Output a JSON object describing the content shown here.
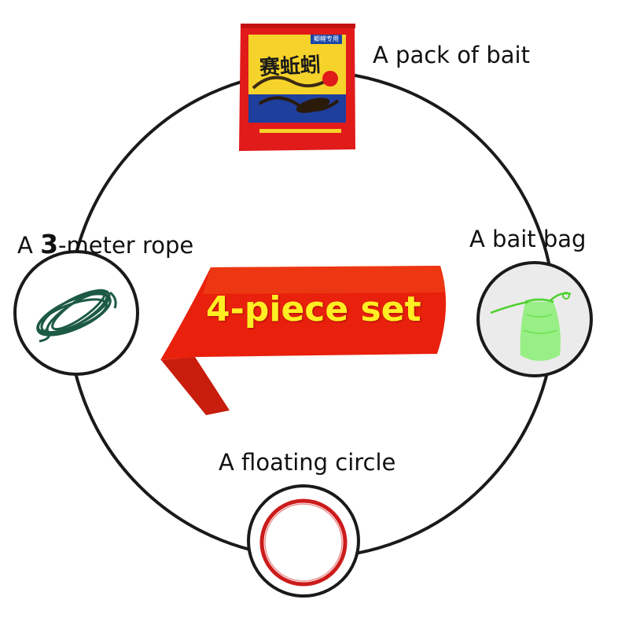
{
  "center": {
    "title": "4-piece set",
    "title_color": "#ffee22",
    "banner_color": "#e8200c"
  },
  "items": {
    "bait": {
      "label": "A pack of bait",
      "packet_title": "赛蚯蚓",
      "packet_band": "鲫鲤专用"
    },
    "rope": {
      "label_prefix": "A ",
      "label_number": "3",
      "label_suffix": "-meter rope"
    },
    "bag": {
      "label": "A bait bag"
    },
    "float": {
      "label": "A floating circle"
    }
  },
  "icons": [
    "bait-packet-icon",
    "rope-coil-icon",
    "bait-bag-icon",
    "floating-ring-icon"
  ],
  "colors": {
    "circle_stroke": "#1a1a1a",
    "rope": "#1d5a44",
    "bag": "#8ef07a",
    "ring": "#cc1b1b",
    "packet": "#e11a1a"
  }
}
